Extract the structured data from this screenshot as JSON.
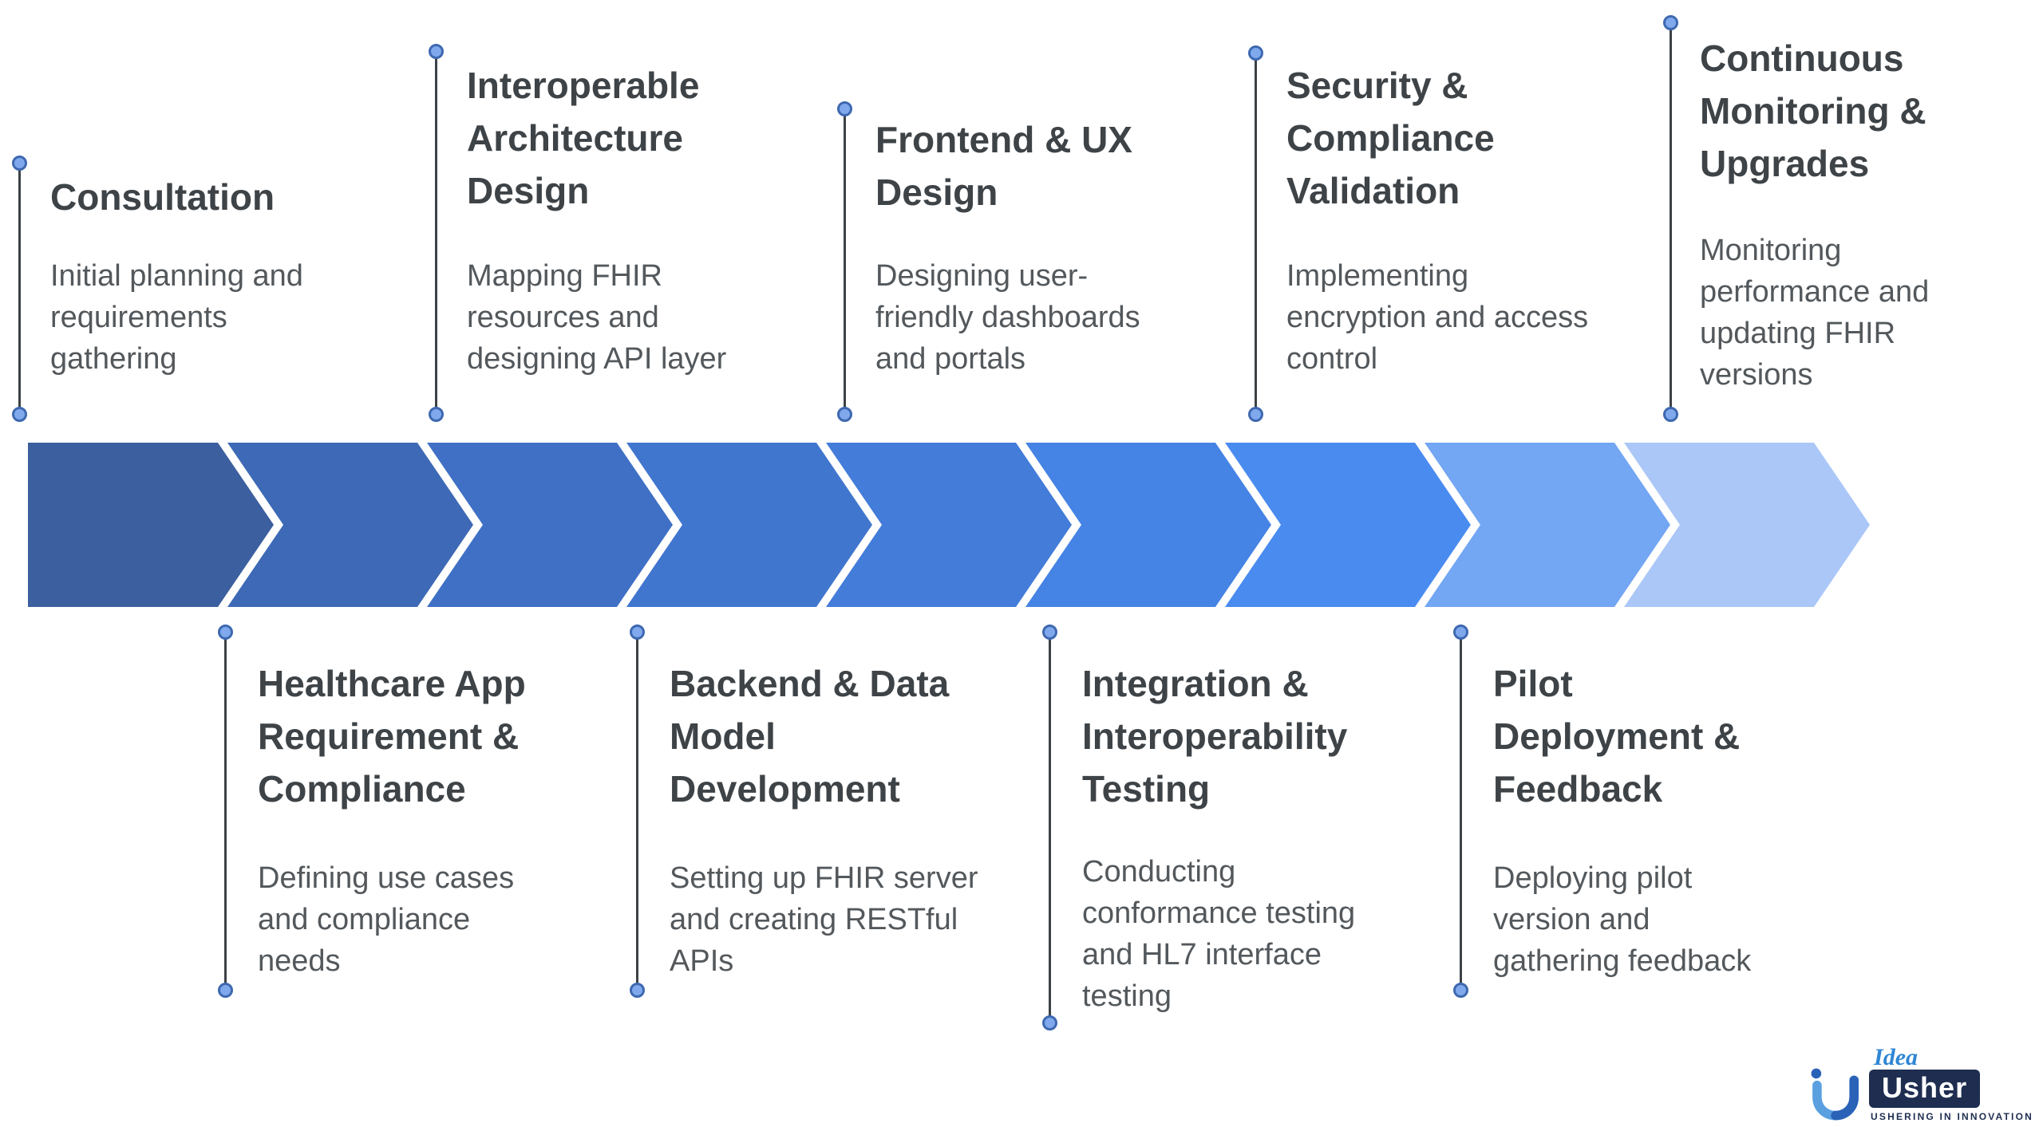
{
  "process": {
    "top_milestones": [
      {
        "title": "Consultation",
        "description": "Initial planning and\nrequirements\ngathering"
      },
      {
        "title": "Interoperable\nArchitecture\nDesign",
        "description": "Mapping FHIR\nresources and\ndesigning API layer"
      },
      {
        "title": "Frontend & UX\nDesign",
        "description": "Designing user-\nfriendly dashboards\nand portals"
      },
      {
        "title": "Security &\nCompliance\nValidation",
        "description": "Implementing\nencryption and access\ncontrol"
      },
      {
        "title": "Continuous\nMonitoring &\nUpgrades",
        "description": "Monitoring\nperformance and\nupdating FHIR\nversions"
      }
    ],
    "bottom_milestones": [
      {
        "title": "Healthcare App\nRequirement &\nCompliance",
        "description": "Defining use cases\nand compliance\nneeds"
      },
      {
        "title": "Backend & Data\nModel\nDevelopment",
        "description": "Setting up FHIR server\nand creating RESTful\nAPIs"
      },
      {
        "title": "Integration &\nInteroperability\nTesting",
        "description": "Conducting\nconformance testing\nand HL7 interface\ntesting"
      },
      {
        "title": "Pilot\nDeployment &\nFeedback",
        "description": "Deploying pilot\nversion and\ngathering feedback"
      }
    ],
    "arrow_colors": [
      "#3b5f9f",
      "#3d69b6",
      "#3f70c5",
      "#4176cf",
      "#437cd9",
      "#4583e4",
      "#4a8bf0",
      "#73a6f3",
      "#aac7f7"
    ]
  },
  "palette": {
    "connector": "#3c4145",
    "dot_fill": "#7fa9ec",
    "dot_border": "#3e68b0",
    "title_text": "#3e4347",
    "description_text": "#53585c",
    "logo_navy": "#1e2d50",
    "logo_blue": "#2f86d4"
  },
  "logo": {
    "brand_top": "Idea",
    "brand_main": "Usher",
    "tagline": "USHERING IN INNOVATION"
  }
}
